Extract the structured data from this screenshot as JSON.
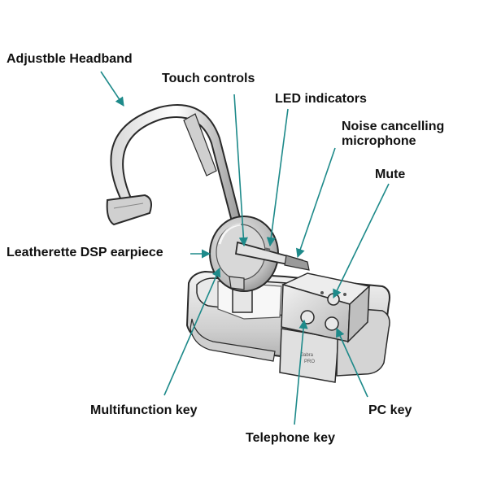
{
  "labels": {
    "adjustable_headband": "Adjustble Headband",
    "touch_controls": "Touch controls",
    "led_indicators": "LED indicators",
    "noise_cancelling_microphone": "Noise cancelling\nmicrophone",
    "mute": "Mute",
    "leatherette_earpiece": "Leatherette DSP earpiece",
    "multifunction_key": "Multifunction key",
    "pc_key": "PC key",
    "telephone_key": "Telephone key"
  },
  "device_markings": {
    "base_brand": "Jabra",
    "base_model": "PRO"
  },
  "colors": {
    "arrow": "#1e8a8a",
    "label_text": "#111111",
    "outline": "#2a2a2a"
  }
}
